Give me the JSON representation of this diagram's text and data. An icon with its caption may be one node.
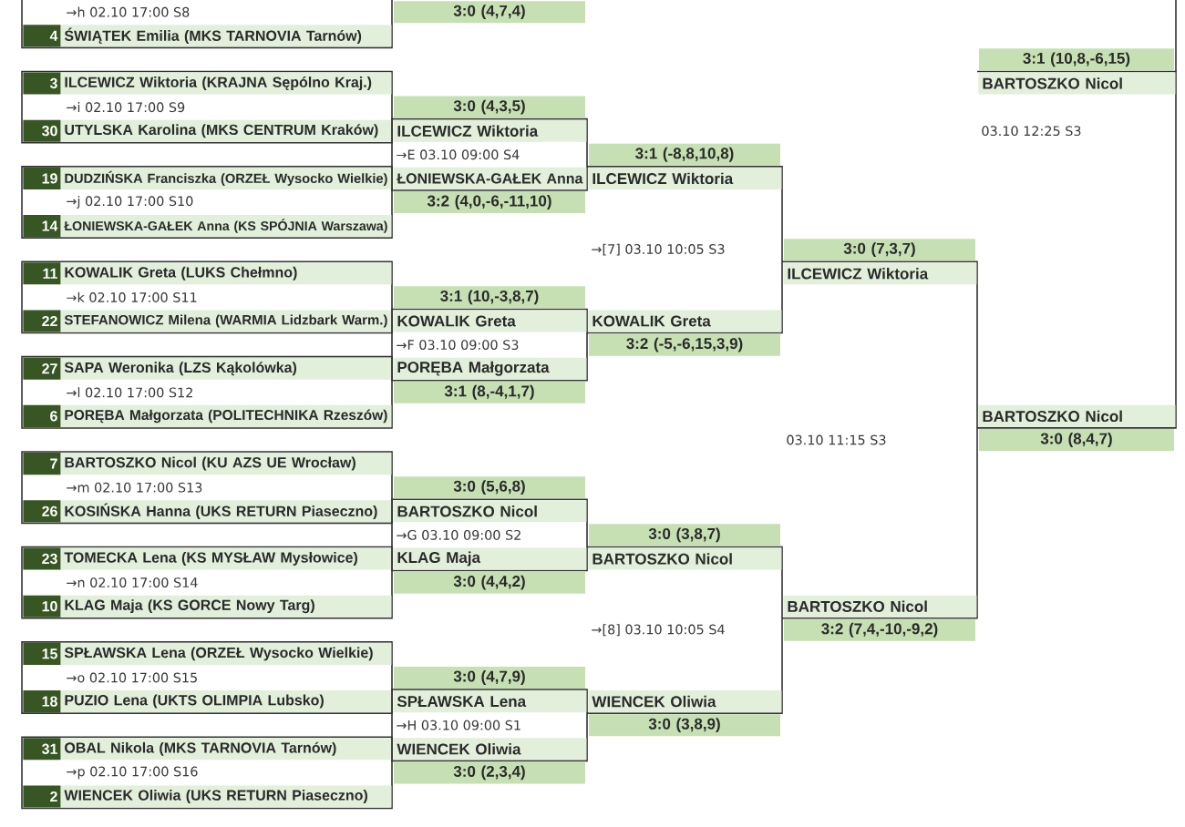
{
  "diagram": {
    "nodes": [
      {
        "text": [
          "→h 02.10 17:00 S8",
          "ŚWIĄTEK Emilia (MKS TARNOVIA Tarnów)"
        ]
      },
      {
        "text": [
          "4"
        ],
        "in": 0
      },
      {
        "text": [
          "ILCEWICZ Wiktoria (KRAJNA Sępólno Kraj.)",
          "→i 02.10 17:00 S9",
          "UTYLSKA Karolina (MKS CENTRUM Kraków)"
        ]
      },
      {
        "text": [
          "3"
        ],
        "in": 2
      },
      {
        "text": [
          "30"
        ],
        "in": 2
      },
      {
        "text": [
          "DUDZIŃSKA Franciszka (ORZEŁ Wysocko Wielkie)",
          "→j 02.10 17:00 S10",
          "ŁONIEWSKA-GAŁEK Anna (KS SPÓJNIA Warszawa)"
        ]
      },
      {
        "text": [
          "19"
        ],
        "in": 5
      },
      {
        "text": [
          "14"
        ],
        "in": 5
      },
      {
        "text": [
          "KOWALIK Greta (LUKS Chełmno)",
          "→k 02.10 17:00 S11",
          "STEFANOWICZ Milena (WARMIA Lidzbark Warm.)"
        ]
      },
      {
        "text": [
          "11"
        ],
        "in": 8
      },
      {
        "text": [
          "22"
        ],
        "in": 8
      },
      {
        "text": [
          "SAPA Weronika (LZS Kąkolówka)",
          "→l 02.10 17:00 S12",
          "PORĘBA Małgorzata (POLITECHNIKA Rzeszów)"
        ]
      },
      {
        "text": [
          "27"
        ],
        "in": 11
      },
      {
        "text": [
          "6"
        ],
        "in": 11
      },
      {
        "text": [
          "BARTOSZKO Nicol (KU AZS UE Wrocław)",
          "→m 02.10 17:00 S13",
          "KOSIŃSKA Hanna (UKS RETURN Piaseczno)"
        ]
      },
      {
        "text": [
          "7"
        ],
        "in": 14
      },
      {
        "text": [
          "26"
        ],
        "in": 14
      },
      {
        "text": [
          "TOMECKA Lena (KS MYSŁAW Mysłowice)",
          "→n 02.10 17:00 S14",
          "KLAG Maja (KS GORCE Nowy Targ)"
        ]
      },
      {
        "text": [
          "23"
        ],
        "in": 17
      },
      {
        "text": [
          "10"
        ],
        "in": 17
      },
      {
        "text": [
          "SPŁAWSKA Lena (ORZEŁ Wysocko Wielkie)",
          "→o 02.10 17:00 S15",
          "PUZIO Lena (UKTS OLIMPIA Lubsko)"
        ]
      },
      {
        "text": [
          "15"
        ],
        "in": 20
      },
      {
        "text": [
          "18"
        ],
        "in": 20
      },
      {
        "text": [
          "OBAL Nikola (MKS TARNOVIA Tarnów)",
          "→p 02.10 17:00 S16",
          "WIENCEK Oliwia (UKS RETURN Piaseczno)"
        ]
      },
      {
        "text": [
          "31"
        ],
        "in": 23
      },
      {
        "text": [
          "2"
        ],
        "in": 23
      },
      {
        "text": [
          "ILCEWICZ Wiktoria",
          "→E 03.10 09:00 S4",
          "ŁONIEWSKA-GAŁEK Anna"
        ],
        "beside": [
          "3:0 (4,3,5)",
          "3:2 (4,0,-6,-11,10)"
        ]
      },
      {
        "text": [
          "KOWALIK Greta",
          "→F 03.10 09:00 S3",
          "PORĘBA Małgorzata"
        ],
        "beside": [
          "3:1 (10,-3,8,7)",
          "3:1 (8,-4,1,7)"
        ]
      },
      {
        "text": [
          "BARTOSZKO Nicol",
          "→G 03.10 09:00 S2",
          "KLAG Maja"
        ],
        "beside": [
          "3:0 (5,6,8)",
          "3:0 (4,4,2)"
        ]
      },
      {
        "text": [
          "SPŁAWSKA Lena",
          "→H 03.10 09:00 S1",
          "WIENCEK Oliwia"
        ],
        "beside": [
          "3:0 (4,7,9)",
          "3:0 (2,3,4)"
        ]
      },
      {
        "text": [
          "ILCEWICZ Wiktoria",
          "→[7] 03.10 10:05 S3",
          "KOWALIK Greta"
        ],
        "beside": [
          "3:1 (-8,8,10,8)",
          "3:2 (-5,-6,15,3,9)"
        ]
      },
      {
        "text": [
          "BARTOSZKO Nicol",
          "→[8] 03.10 10:05 S4",
          "WIENCEK Oliwia"
        ],
        "beside": [
          "3:0 (3,8,7)",
          "3:0 (3,8,9)"
        ]
      },
      {
        "text": [
          "ILCEWICZ Wiktoria",
          "03.10 11:15 S3",
          "BARTOSZKO Nicol"
        ],
        "beside": [
          "3:0 (7,3,7)",
          "3:2 (7,4,-10,-9,2)"
        ]
      },
      {
        "text": [
          "BARTOSZKO Nicol",
          "03.10 12:25 S3",
          "BARTOSZKO Nicol"
        ],
        "beside": [
          "3:1 (10,8,-6,15)",
          "3:0 (8,4,7)"
        ]
      }
    ],
    "labels": [
      "3:0 (4,7,4)"
    ]
  }
}
